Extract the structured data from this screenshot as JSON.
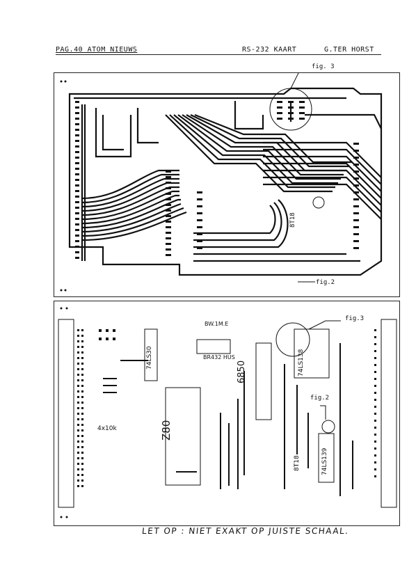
{
  "header": {
    "left": "PAG.40 ATOM NIEUWS",
    "middle": "RS-232 KAART",
    "right": "G.TER HORST"
  },
  "top_panel": {
    "fig3_label": "fig. 3",
    "fig2_label": "fig.2",
    "chip_label": "8T18"
  },
  "bottom_panel": {
    "fig3_label": "fig.3",
    "fig2_label": "fig.2",
    "chip_6850": "6850",
    "chip_z80": "Z80",
    "chip_74ls30": "74LS30",
    "chip_74ls138": "74LS138",
    "chip_74ls139": "74LS139",
    "chip_8t18": "8T18",
    "resistor_note": "4x10k",
    "jumper_top": "BW.1M.E",
    "jumper_bottom": "BR432 HUS"
  },
  "footer": "LET OP : NIET EXAKT OP JUISTE SCHAAL."
}
